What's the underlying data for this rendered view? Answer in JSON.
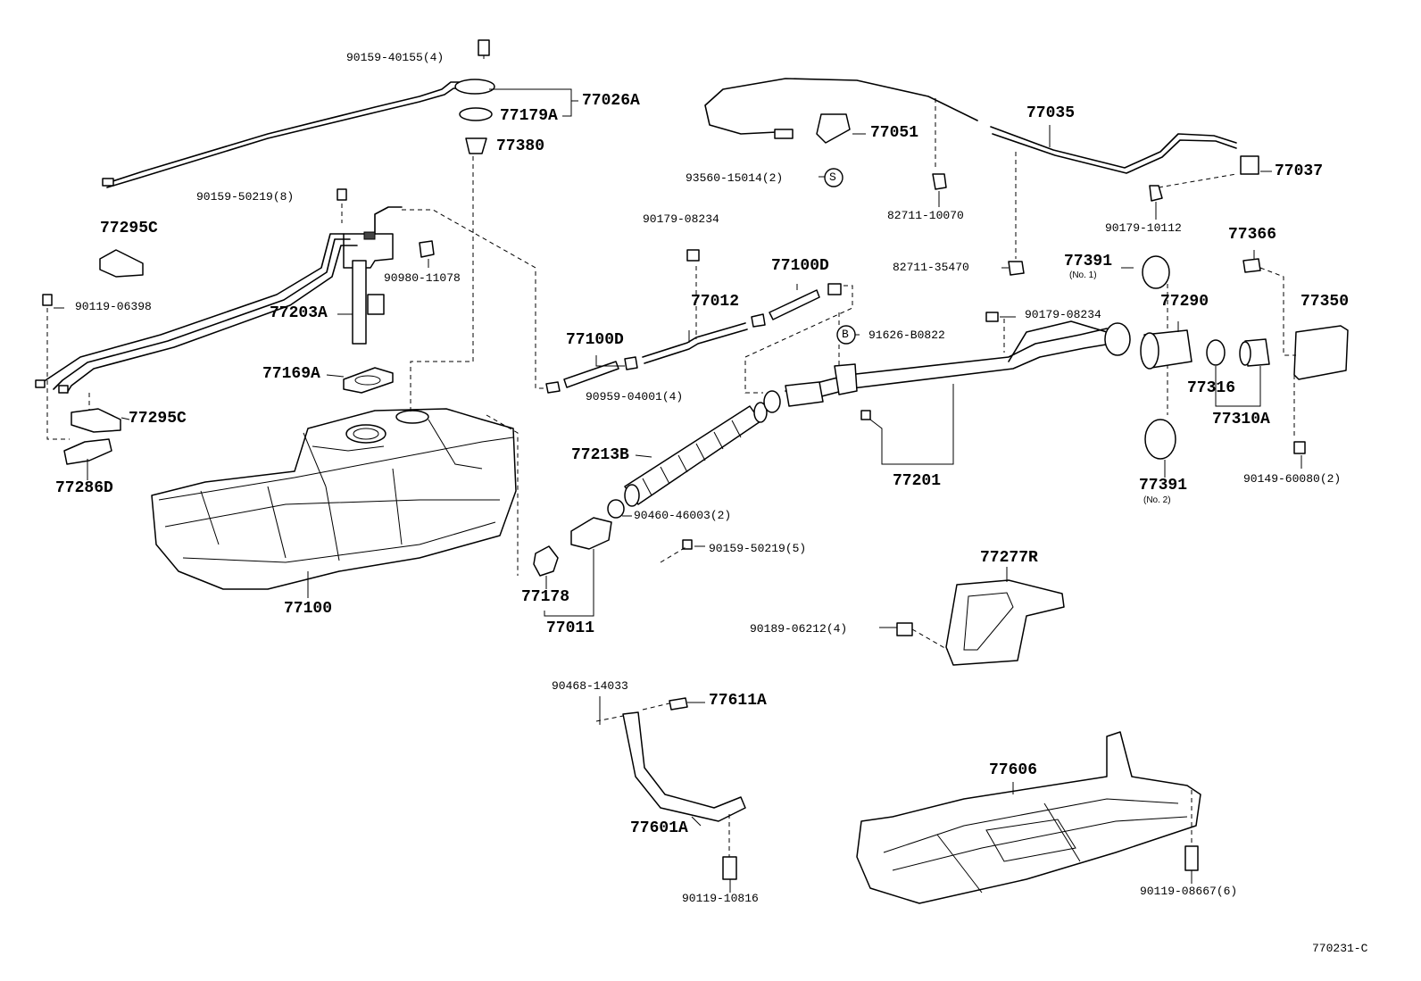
{
  "diagram_code": "770231-C",
  "labels": {
    "l_90159_40155": "90159-40155(4)",
    "l_77026A": "77026A",
    "l_77179A": "77179A",
    "l_77380": "77380",
    "l_90159_50219_8": "90159-50219(8)",
    "l_77295C_top": "77295C",
    "l_90980_11078": "90980-11078",
    "l_90119_06398": "90119-06398",
    "l_77203A": "77203A",
    "l_77169A": "77169A",
    "l_77295C_bot": "77295C",
    "l_77286D": "77286D",
    "l_77100": "77100",
    "l_77051": "77051",
    "l_93560_15014": "93560-15014(2)",
    "l_82711_10070": "82711-10070",
    "l_77035": "77035",
    "l_77037": "77037",
    "l_90179_10112": "90179-10112",
    "l_82711_35470": "82711-35470",
    "l_90179_08234_a": "90179-08234",
    "l_77100D_top": "77100D",
    "l_77012": "77012",
    "l_77100D_mid": "77100D",
    "l_90959_04001": "90959-04001(4)",
    "l_91626_B0822": "91626-B0822",
    "l_90179_08234_b": "90179-08234",
    "l_77213B": "77213B",
    "l_90460_46003": "90460-46003(2)",
    "l_90159_50219_5": "90159-50219(5)",
    "l_77178": "77178",
    "l_77011": "77011",
    "l_77201": "77201",
    "l_77391_1": "77391",
    "l_no1": "(No. 1)",
    "l_77290": "77290",
    "l_77366": "77366",
    "l_77350": "77350",
    "l_77316": "77316",
    "l_77310A": "77310A",
    "l_77391_2": "77391",
    "l_no2": "(No. 2)",
    "l_90149_60080": "90149-60080(2)",
    "l_77277R": "77277R",
    "l_90189_06212": "90189-06212(4)",
    "l_90468_14033": "90468-14033",
    "l_77611A": "77611A",
    "l_77601A": "77601A",
    "l_90119_10816": "90119-10816",
    "l_77606": "77606",
    "l_90119_08667": "90119-08667(6)"
  },
  "markers": {
    "s_circle": "S",
    "b_circle": "B"
  }
}
